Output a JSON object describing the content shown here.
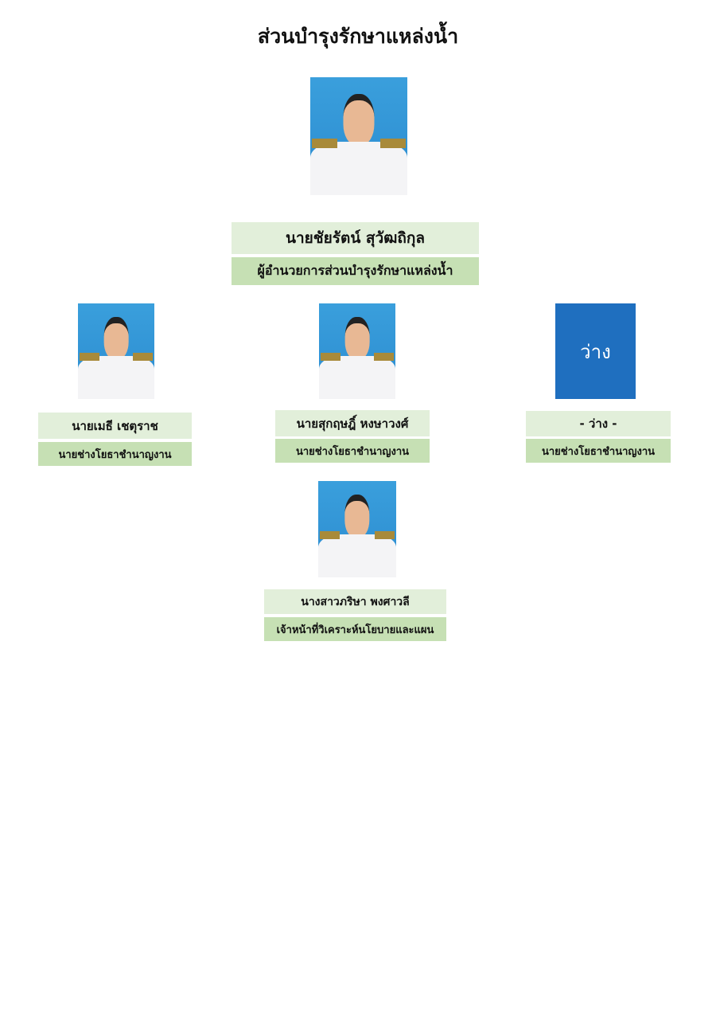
{
  "title": "ส่วนบำรุงรักษาแหล่งน้ำ",
  "colors": {
    "name_bg": "#e2efda",
    "role_bg": "#c6e0b4",
    "vacant_bg": "#1f6fbf"
  },
  "director": {
    "name": "นายชัยรัตน์  สุวัฒถิกุล",
    "role": "ผู้อำนวยการส่วนบำรุงรักษาแหล่งน้ำ"
  },
  "staff": [
    {
      "name": "นายเมธี  เชตุราช",
      "role": "นายช่างโยธาชำนาญงาน"
    },
    {
      "name": "นายสุกฤษฎิ์  หงษาวงศ์",
      "role": "นายช่างโยธาชำนาญงาน"
    },
    {
      "name": "- ว่าง -",
      "role": "นายช่างโยธาชำนาญงาน",
      "photo_text": "ว่าง"
    },
    {
      "name": "นางสาวภริษา  พงศาวลี",
      "role": "เจ้าหน้าที่วิเคราะห์นโยบายและแผน"
    }
  ]
}
